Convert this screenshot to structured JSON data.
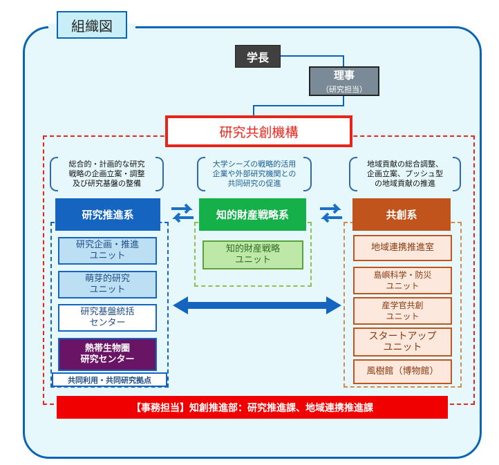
{
  "title": "組織図",
  "president": "学長",
  "director": {
    "title": "理事",
    "subtitle": "（研究担当）"
  },
  "organization": "研究共創機構",
  "roles": {
    "research": [
      "総合的・計画的な研究",
      "戦略の企画立案・調整",
      "及び研究基盤の整備"
    ],
    "ip": [
      "大学シーズの戦略的活用",
      "企業や外部研究機関との",
      "共同研究の促進"
    ],
    "cocreation": [
      "地域貢献の総合調整、",
      "企画立案、プッシュ型",
      "の地域貢献の推進"
    ]
  },
  "departments": {
    "research": {
      "name": "研究推進系",
      "units": [
        {
          "line1": "研究企画・推進",
          "line2": "ユニット"
        },
        {
          "line1": "萌芽的研究",
          "line2": "ユニット"
        },
        {
          "line1": "研究基盤統括",
          "line2": "センター"
        },
        {
          "line1": "熱帯生物圏",
          "line2": "研究センター"
        }
      ],
      "tag": "共同利用・共同研究拠点"
    },
    "ip": {
      "name": "知的財産戦略系",
      "units": [
        {
          "line1": "知的財産戦略",
          "line2": "ユニット"
        }
      ]
    },
    "cocreation": {
      "name": "共創系",
      "units": [
        {
          "line1": "地域連携推進室",
          "line2": ""
        },
        {
          "line1": "島嶼科学・防災",
          "line2": "ユニット"
        },
        {
          "line1": "産学官共創",
          "line2": "ユニット"
        },
        {
          "line1": "スタートアップ",
          "line2": "ユニット"
        },
        {
          "line1": "風樹館（博物館）",
          "line2": ""
        }
      ]
    }
  },
  "office": "【事務担当】知創推進部：研究推進課、地域連携推進課",
  "colors": {
    "blue": "#1565c0",
    "green": "#15b04a",
    "orange": "#c0541c",
    "red": "#e8231a"
  },
  "icons": [
    "swap-arrows-icon",
    "swap-arrows-icon",
    "double-arrow-icon"
  ]
}
